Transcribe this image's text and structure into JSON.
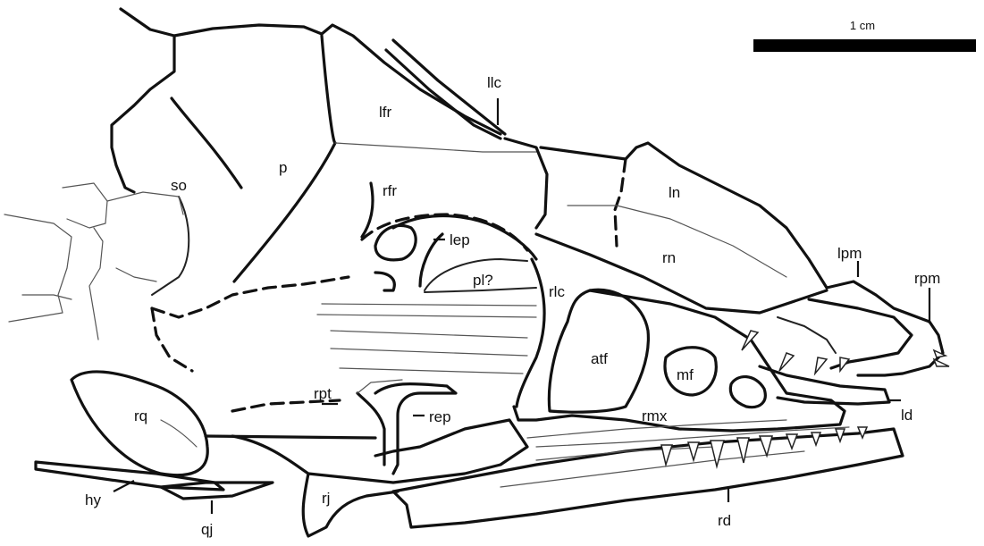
{
  "scale_bar": {
    "label": "1 cm"
  },
  "labels": {
    "llc": "llc",
    "lfr": "lfr",
    "so": "so",
    "p": "p",
    "rfr": "rfr",
    "ln": "ln",
    "lep": "lep",
    "rn": "rn",
    "lpm": "lpm",
    "rpm": "rpm",
    "pl": "pl?",
    "rlc": "rlc",
    "atf": "atf",
    "mf": "mf",
    "rpt": "rpt",
    "rq": "rq",
    "rep": "rep",
    "rmx": "rmx",
    "ld": "ld",
    "hy": "hy",
    "rj": "rj",
    "qj": "qj",
    "rd": "rd"
  }
}
